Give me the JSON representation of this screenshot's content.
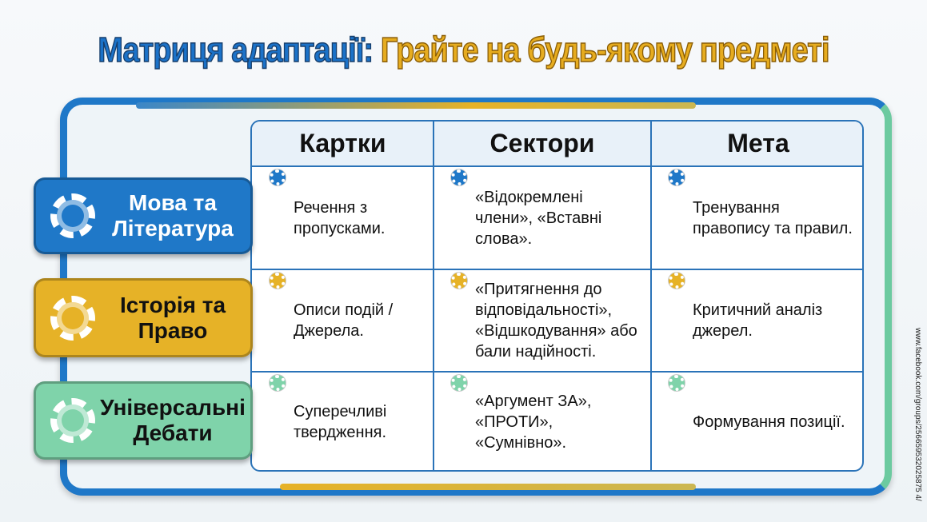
{
  "title": {
    "part1": "Матриця адаптації:",
    "part2": "Грайте на будь-якому предметі"
  },
  "colors": {
    "blue": "#1f78c8",
    "gold": "#e6b227",
    "green": "#6ccaa0"
  },
  "columns": [
    "Картки",
    "Сектори",
    "Мета"
  ],
  "rows": [
    {
      "label": "Мова та Література",
      "color": "#1f78c8",
      "cells": [
        "Речення з пропусками.",
        "«Відокремлені члени», «Вставні слова».",
        "Тренування правопису та правил."
      ]
    },
    {
      "label": "Історія та Право",
      "color": "#e6b227",
      "cells": [
        "Описи подій / Джерела.",
        "«Притягнення до відповідальності», «Відшкодування» або бали надійності.",
        "Критичний аналіз джерел."
      ]
    },
    {
      "label": "Універсальні Дебати",
      "color": "#7fd3aa",
      "cells": [
        "Суперечливі твердження.",
        "«Аргумент ЗА», «ПРОТИ», «Сумнівно».",
        "Формування позиції."
      ]
    }
  ],
  "watermark": "www.facebook.com/groups/256659532025875 4/"
}
